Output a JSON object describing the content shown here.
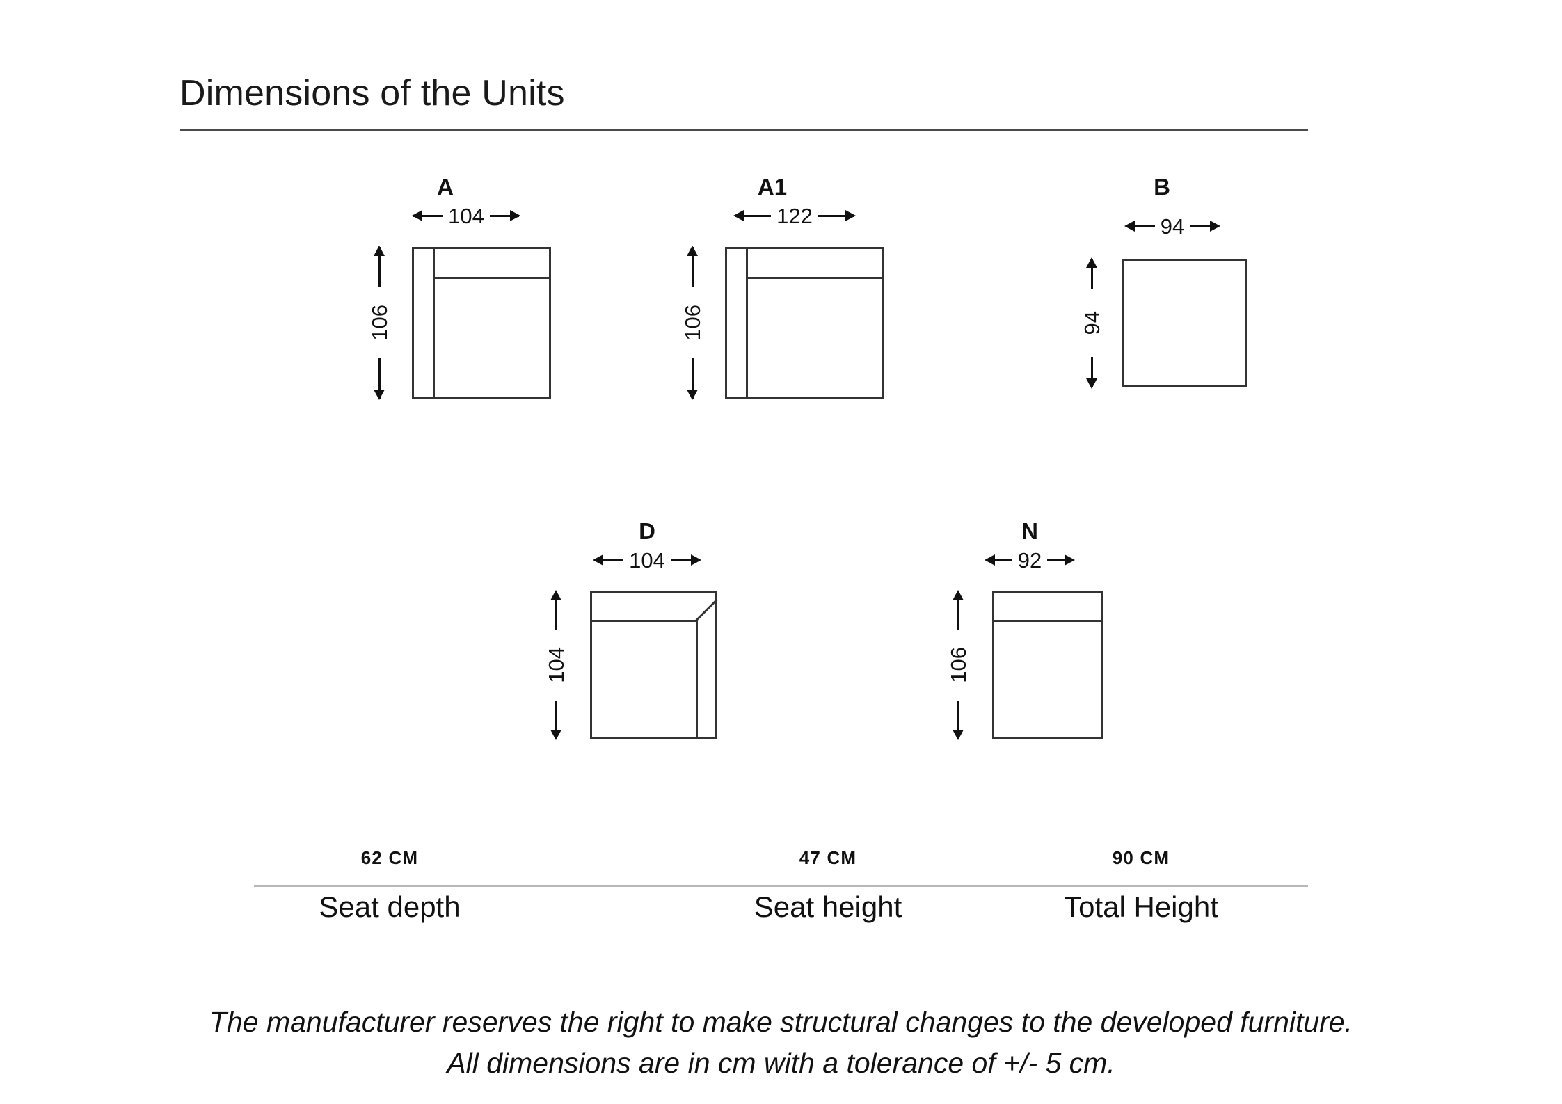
{
  "page": {
    "title": "Dimensions of the Units"
  },
  "units": [
    {
      "id": "a",
      "label": "A",
      "width": "104",
      "height": "106",
      "shape": "armrest-left"
    },
    {
      "id": "a1",
      "label": "A1",
      "width": "122",
      "height": "106",
      "shape": "armrest-left"
    },
    {
      "id": "b",
      "label": "B",
      "width": "94",
      "height": "94",
      "shape": "plain-square"
    },
    {
      "id": "d",
      "label": "D",
      "width": "104",
      "height": "104",
      "shape": "corner-chamfer-right"
    },
    {
      "id": "n",
      "label": "N",
      "width": "92",
      "height": "106",
      "shape": "backrest-only"
    }
  ],
  "specs": [
    {
      "value": "62 CM",
      "label": "Seat depth"
    },
    {
      "value": "47 CM",
      "label": "Seat height"
    },
    {
      "value": "90 CM",
      "label": "Total Height"
    }
  ],
  "footer": {
    "line1": "The manufacturer reserves the right to make structural changes to the developed furniture.",
    "line2": "All dimensions are in cm with a tolerance of +/- 5 cm."
  }
}
